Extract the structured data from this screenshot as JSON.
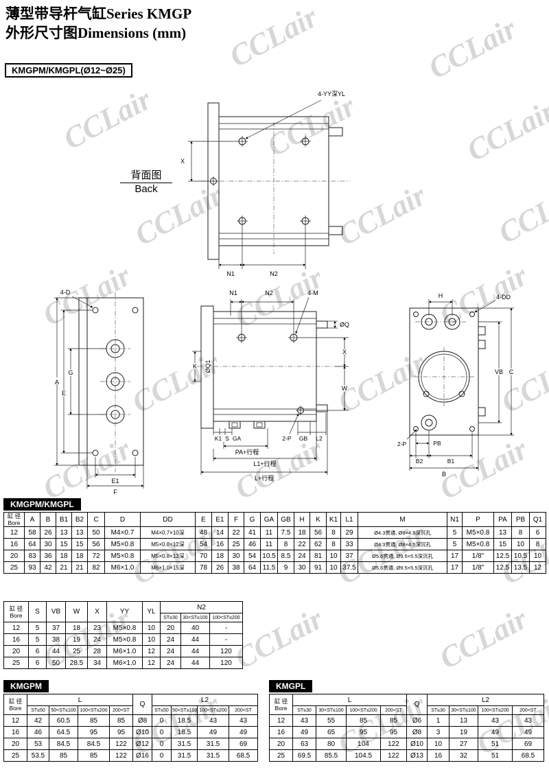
{
  "page": {
    "title_line1": "薄型带导杆气缸Series KMGP",
    "title_line2": "外形尺寸图Dimensions (mm)",
    "model_badge": "KMGPM/KMGPL(Ø12~Ø25)",
    "watermark_text": "CCLair"
  },
  "back_view": {
    "caption_cn": "背面图",
    "caption_en": "Back",
    "labels": {
      "holes": "4-YY深YL",
      "dim_x": "X",
      "dim_n1": "N1",
      "dim_n2": "N2"
    }
  },
  "left_view": {
    "labels": {
      "holes": "4-D",
      "dim_a": "A",
      "dim_e": "E",
      "dim_g": "G",
      "dim_e1": "E1",
      "dim_f": "F"
    }
  },
  "side_view": {
    "labels": {
      "dim_n1": "N1",
      "dim_n2": "N2",
      "holes_m": "4-M",
      "dim_oq": "ØQ",
      "dim_oq1": "ØQ1",
      "dim_k": "K",
      "dim_x": "X",
      "dim_w": "W",
      "dim_k1": "K1",
      "dim_s": "S",
      "dim_ga": "GA",
      "dim_pa": "PA+行程",
      "port": "2-P",
      "dim_gb": "GB",
      "dim_l2": "L2",
      "dim_l1": "L1+行程",
      "dim_l": "L+行程"
    }
  },
  "right_view": {
    "labels": {
      "dim_h": "H",
      "holes_dd": "4-DD",
      "dim_vb": "VB",
      "dim_c": "C",
      "port": "2-P",
      "dim_pb": "PB",
      "dim_b2": "B2",
      "dim_b1": "B1",
      "dim_b": "B"
    }
  },
  "table1": {
    "section_label": "KMGPM/KMGPL",
    "bore_header_cn": "缸 径",
    "bore_header_en": "Bore",
    "columns": [
      "A",
      "B",
      "B1",
      "B2",
      "C",
      "D",
      "DD",
      "E",
      "E1",
      "F",
      "G",
      "GA",
      "GB",
      "H",
      "K",
      "K1",
      "L1",
      "M",
      "N1",
      "P",
      "PA",
      "PB",
      "Q1"
    ],
    "rows": [
      {
        "bore": "12",
        "values": [
          "58",
          "26",
          "13",
          "13",
          "50",
          "M4×0.7",
          "M4×0.7×10深",
          "48",
          "14",
          "22",
          "41",
          "11",
          "7.5",
          "18",
          "56",
          "8",
          "29",
          "Ø4.3贯通, Ø8×4.5深沉孔",
          "5",
          "M5×0.8",
          "13",
          "8",
          "6"
        ]
      },
      {
        "bore": "16",
        "values": [
          "64",
          "30",
          "15",
          "15",
          "56",
          "M5×0.8",
          "M5×0.8×12深",
          "54",
          "16",
          "25",
          "46",
          "11",
          "8",
          "22",
          "62",
          "8",
          "33",
          "Ø4.3贯通, Ø8×4.5深沉孔",
          "5",
          "M5×0.8",
          "15",
          "10",
          "8"
        ]
      },
      {
        "bore": "20",
        "values": [
          "83",
          "36",
          "18",
          "18",
          "72",
          "M5×0.8",
          "M5×0.8×13深",
          "70",
          "18",
          "30",
          "54",
          "10.5",
          "8.5",
          "24",
          "81",
          "10",
          "37",
          "Ø5.6贯通, Ø9.5×5.5深沉孔",
          "17",
          "1/8\"",
          "12.5",
          "10.5",
          "10"
        ]
      },
      {
        "bore": "25",
        "values": [
          "93",
          "42",
          "21",
          "21",
          "82",
          "M6×1.0",
          "M6×1.0×15深",
          "78",
          "26",
          "38",
          "64",
          "11.5",
          "9",
          "30",
          "91",
          "10",
          "37.5",
          "Ø5.6贯通, Ø9.5×5.5深沉孔",
          "17",
          "1/8\"",
          "12.5",
          "13.5",
          "12"
        ]
      }
    ]
  },
  "table2": {
    "bore_header_cn": "缸 径",
    "bore_header_en": "Bore",
    "simple_columns": [
      "S",
      "VB",
      "W",
      "X",
      "YY",
      "YL"
    ],
    "n2_header": "N2",
    "n2_subcols": [
      "ST≤30",
      "30<ST≤100",
      "100<ST≤200"
    ],
    "rows": [
      {
        "bore": "12",
        "values": [
          "5",
          "37",
          "18",
          "23",
          "M5×0.8",
          "10",
          "20",
          "40",
          "-"
        ]
      },
      {
        "bore": "16",
        "values": [
          "5",
          "38",
          "19",
          "24",
          "M5×0.8",
          "10",
          "24",
          "44",
          "-"
        ]
      },
      {
        "bore": "20",
        "values": [
          "6",
          "44",
          "25",
          "28",
          "M6×1.0",
          "12",
          "24",
          "44",
          "120"
        ]
      },
      {
        "bore": "25",
        "values": [
          "6",
          "50",
          "28.5",
          "34",
          "M6×1.0",
          "12",
          "24",
          "44",
          "120"
        ]
      }
    ]
  },
  "table3": {
    "section_label": "KMGPM",
    "bore_header_cn": "缸 径",
    "bore_header_en": "Bore",
    "l_header": "L",
    "q_header": "Q",
    "l2_header": "L2",
    "subcols": [
      "ST≤50",
      "50<ST≤100",
      "100<ST≤200",
      "200<ST"
    ],
    "rows": [
      {
        "bore": "12",
        "l": [
          "42",
          "60.5",
          "85",
          "85"
        ],
        "q": "Ø8",
        "l2": [
          "0",
          "18.5",
          "43",
          "43"
        ]
      },
      {
        "bore": "16",
        "l": [
          "46",
          "64.5",
          "95",
          "95"
        ],
        "q": "Ø10",
        "l2": [
          "0",
          "18.5",
          "49",
          "49"
        ]
      },
      {
        "bore": "20",
        "l": [
          "53",
          "84.5",
          "84.5",
          "122"
        ],
        "q": "Ø12",
        "l2": [
          "0",
          "31.5",
          "31.5",
          "69"
        ]
      },
      {
        "bore": "25",
        "l": [
          "53.5",
          "85",
          "85",
          "122"
        ],
        "q": "Ø16",
        "l2": [
          "0",
          "31.5",
          "31.5",
          "68.5"
        ]
      }
    ]
  },
  "table4": {
    "section_label": "KMGPL",
    "bore_header_cn": "缸 径",
    "bore_header_en": "Bore",
    "l_header": "L",
    "q_header": "Q",
    "l2_header": "L2",
    "subcols": [
      "ST≤30",
      "30<ST≤100",
      "100<ST≤200",
      "200<ST"
    ],
    "rows": [
      {
        "bore": "12",
        "l": [
          "43",
          "55",
          "85",
          "85"
        ],
        "q": "Ø6",
        "l2": [
          "1",
          "13",
          "43",
          "43"
        ]
      },
      {
        "bore": "16",
        "l": [
          "49",
          "65",
          "95",
          "95"
        ],
        "q": "Ø8",
        "l2": [
          "3",
          "19",
          "49",
          "49"
        ]
      },
      {
        "bore": "20",
        "l": [
          "63",
          "80",
          "104",
          "122"
        ],
        "q": "Ø10",
        "l2": [
          "10",
          "27",
          "51",
          "69"
        ]
      },
      {
        "bore": "25",
        "l": [
          "69.5",
          "85.5",
          "104.5",
          "122"
        ],
        "q": "Ø13",
        "l2": [
          "16",
          "32",
          "51",
          "68.5"
        ]
      }
    ]
  }
}
